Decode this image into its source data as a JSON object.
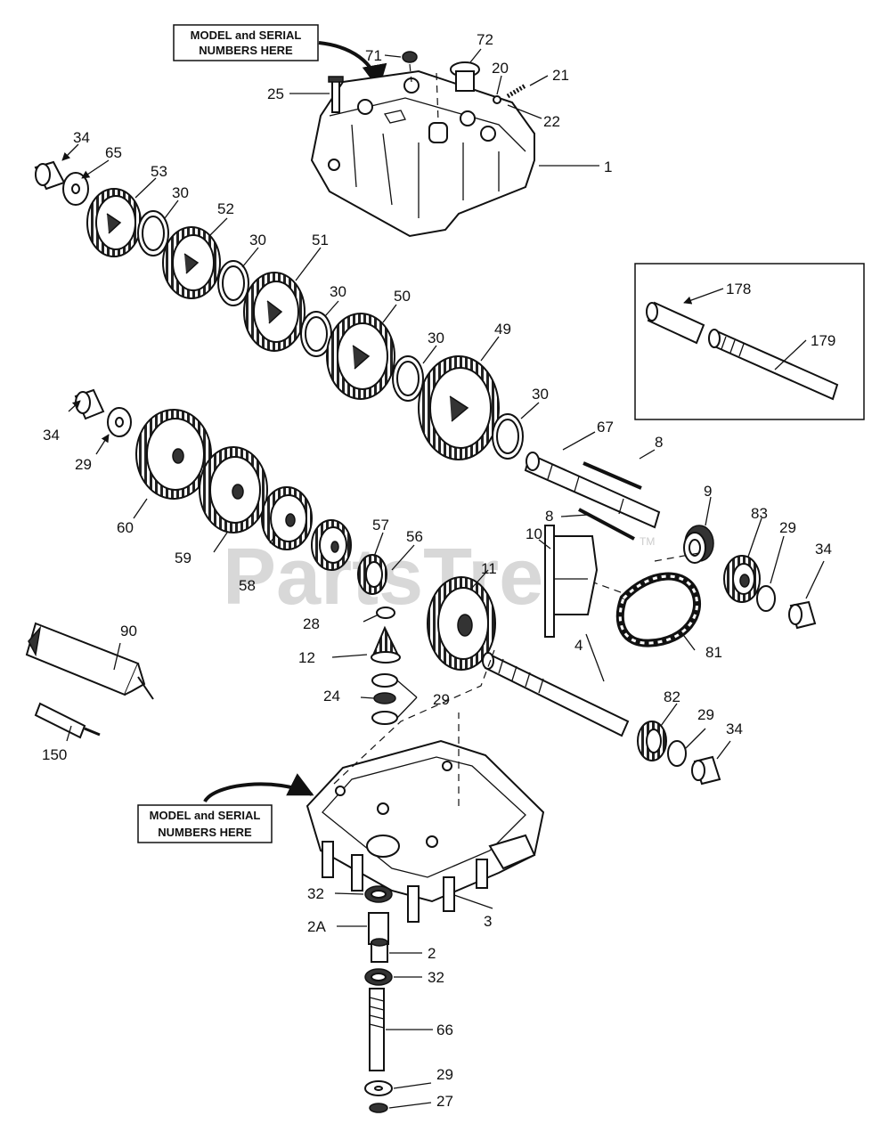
{
  "watermark": "PartsTree",
  "watermark_tm": "TM",
  "notes": {
    "top": [
      "MODEL and SERIAL",
      "NUMBERS HERE"
    ],
    "bottom": [
      "MODEL and SERIAL",
      "NUMBERS HERE"
    ]
  },
  "parts": {
    "p1": "1",
    "p2": "2",
    "p2a": "2A",
    "p3": "3",
    "p4": "4",
    "p8a": "8",
    "p8b": "8",
    "p9": "9",
    "p10": "10",
    "p11": "11",
    "p12": "12",
    "p20": "20",
    "p21": "21",
    "p22": "22",
    "p24": "24",
    "p25": "25",
    "p27": "27",
    "p28": "28",
    "p29a": "29",
    "p29b": "29",
    "p29c": "29",
    "p29d": "29",
    "p29e": "29",
    "p30a": "30",
    "p30b": "30",
    "p30c": "30",
    "p30d": "30",
    "p30e": "30",
    "p32a": "32",
    "p32b": "32",
    "p34a": "34",
    "p34b": "34",
    "p34c": "34",
    "p34d": "34",
    "p49": "49",
    "p50": "50",
    "p51": "51",
    "p52": "52",
    "p53": "53",
    "p56": "56",
    "p57": "57",
    "p58": "58",
    "p59": "59",
    "p60": "60",
    "p65": "65",
    "p66": "66",
    "p67": "67",
    "p71": "71",
    "p72": "72",
    "p81": "81",
    "p82": "82",
    "p83": "83",
    "p90": "90",
    "p150": "150",
    "p178": "178",
    "p179": "179"
  }
}
